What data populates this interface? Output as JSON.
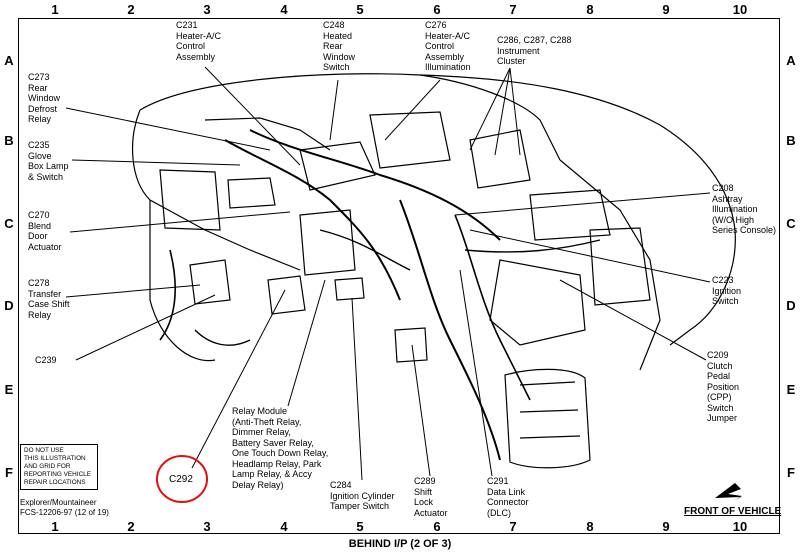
{
  "grid": {
    "columns": [
      "1",
      "2",
      "3",
      "4",
      "5",
      "6",
      "7",
      "8",
      "9",
      "10"
    ],
    "rows": [
      "A",
      "B",
      "C",
      "D",
      "E",
      "F"
    ]
  },
  "labels": {
    "c231": "C231\nHeater-A/C\nControl\nAssembly",
    "c248": "C248\nHeated\nRear\nWindow\nSwitch",
    "c276": "C276\nHeater-A/C\nControl\nAssembly\nIllumination",
    "c286": "C286, C287, C288\nInstrument\nCluster",
    "c273": "C273\nRear\nWindow\nDefrost\nRelay",
    "c235": "C235\nGlove\nBox Lamp\n& Switch",
    "c270": "C270\nBlend\nDoor\nActuator",
    "c278": "C278\nTransfer\nCase Shift\nRelay",
    "c239": "C239",
    "c208": "C208\nAshtray\nIllumination\n(W/O High\nSeries Console)",
    "c223": "C223\nIgnition\nSwitch",
    "c209": "C209\nClutch\nPedal\nPosition\n(CPP)\nSwitch\nJumper",
    "relay_module": "Relay Module\n(Anti-Theft Relay,\nDimmer Relay,\nBattery Saver Relay,\nOne Touch Down Relay,\nHeadlamp Relay, Park\nLamp Relay, & Accy\nDelay Relay)",
    "c292": "C292",
    "c284": "C284\nIgnition Cylinder\nTamper Switch",
    "c289": "C289\nShift\nLock\nActuator",
    "c291": "C291\nData Link\nConnector\n(DLC)"
  },
  "note": "DO NOT USE\nTHIS ILLUSTRATION\nAND GRID FOR\nREPORTING VEHICLE\nREPAIR LOCATIONS",
  "footer_ref": "Explorer/Mountaineer\nFCS-12206-97 (12 of 19)",
  "front_of_vehicle": "FRONT OF VEHICLE",
  "bottom_title": "BEHIND I/P (2 OF 3)",
  "highlight_color": "#e01010"
}
